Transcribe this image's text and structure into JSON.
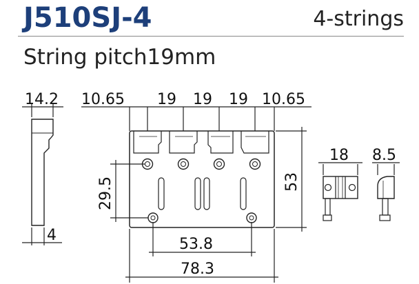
{
  "header": {
    "title": "J510SJ-4",
    "subtitle": "4-strings",
    "pitch": "String pitch19mm"
  },
  "dimensions": {
    "side_thickness": "14.2",
    "side_base": "4",
    "edge_left": "10.65",
    "pitch_1": "19",
    "pitch_2": "19",
    "pitch_3": "19",
    "edge_right": "10.65",
    "height": "53",
    "mount_vertical": "29.5",
    "mount_spacing": "53.8",
    "total_width": "78.3",
    "saddle_width": "18",
    "saddle_side": "8.5"
  },
  "colors": {
    "title": "#1d3f7a",
    "lines": "#222222"
  }
}
